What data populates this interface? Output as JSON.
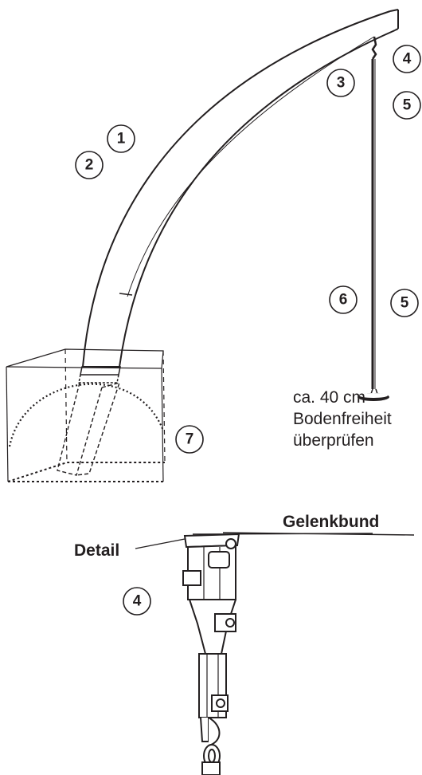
{
  "callouts": {
    "c1": "1",
    "c2": "2",
    "c3": "3",
    "c4_top": "4",
    "c5_top": "5",
    "c5_bottom": "5",
    "c6": "6",
    "c7": "7",
    "c4_detail": "4"
  },
  "notes": {
    "line1": "ca. 40 cm",
    "line2": "Bodenfreiheit",
    "line3": "überprüfen"
  },
  "labels": {
    "detail": "Detail",
    "gelenkbund": "Gelenkbund"
  },
  "colors": {
    "ink": "#231f20",
    "background": "#ffffff"
  }
}
